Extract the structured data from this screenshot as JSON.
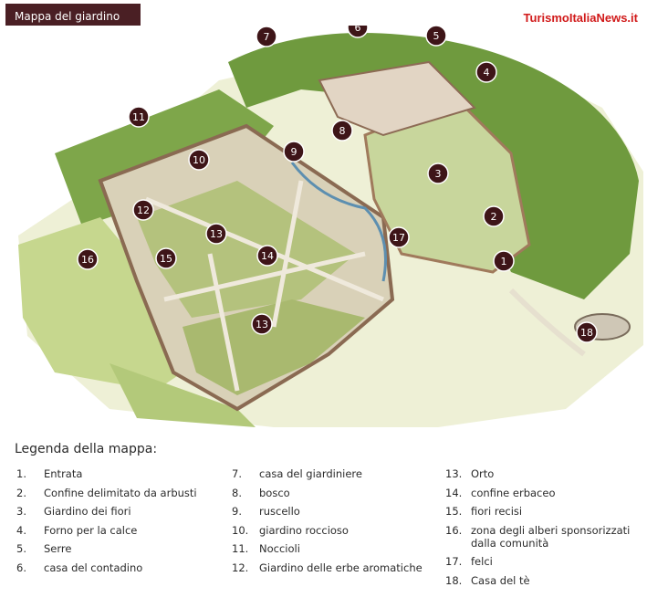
{
  "header": {
    "title": "Mappa del giardino",
    "brand": "TurismoItaliaNews.it"
  },
  "colors": {
    "title_bg": "#4a1f24",
    "marker_bg": "#3e1518",
    "brand": "#d11a1a"
  },
  "markers": [
    {
      "label": "1"
    },
    {
      "label": "2"
    },
    {
      "label": "3"
    },
    {
      "label": "4"
    },
    {
      "label": "5"
    },
    {
      "label": "6"
    },
    {
      "label": "7"
    },
    {
      "label": "8"
    },
    {
      "label": "9"
    },
    {
      "label": "10"
    },
    {
      "label": "11"
    },
    {
      "label": "12"
    },
    {
      "label": "13"
    },
    {
      "label": "13"
    },
    {
      "label": "14"
    },
    {
      "label": "15"
    },
    {
      "label": "16"
    },
    {
      "label": "17"
    },
    {
      "label": "18"
    }
  ],
  "legend": {
    "title": "Legenda della mappa:",
    "items": [
      {
        "num": "1.",
        "label": "Entrata"
      },
      {
        "num": "2.",
        "label": "Confine delimitato da arbusti"
      },
      {
        "num": "3.",
        "label": "Giardino dei fiori"
      },
      {
        "num": "4.",
        "label": "Forno per la calce"
      },
      {
        "num": "5.",
        "label": "Serre"
      },
      {
        "num": "6.",
        "label": "casa del contadino"
      },
      {
        "num": "7.",
        "label": "casa del giardiniere"
      },
      {
        "num": "8.",
        "label": "bosco"
      },
      {
        "num": "9.",
        "label": "ruscello"
      },
      {
        "num": "10.",
        "label": "giardino roccioso"
      },
      {
        "num": "11.",
        "label": "Noccioli"
      },
      {
        "num": "12.",
        "label": "Giardino delle erbe aromatiche"
      },
      {
        "num": "13.",
        "label": "Orto"
      },
      {
        "num": "14.",
        "label": "confine erbaceo"
      },
      {
        "num": "15.",
        "label": "fiori recisi"
      },
      {
        "num": "16.",
        "label": "zona degli alberi sponsorizzati dalla comunità"
      },
      {
        "num": "17.",
        "label": "felci"
      },
      {
        "num": "18.",
        "label": "Casa del tè"
      }
    ]
  }
}
